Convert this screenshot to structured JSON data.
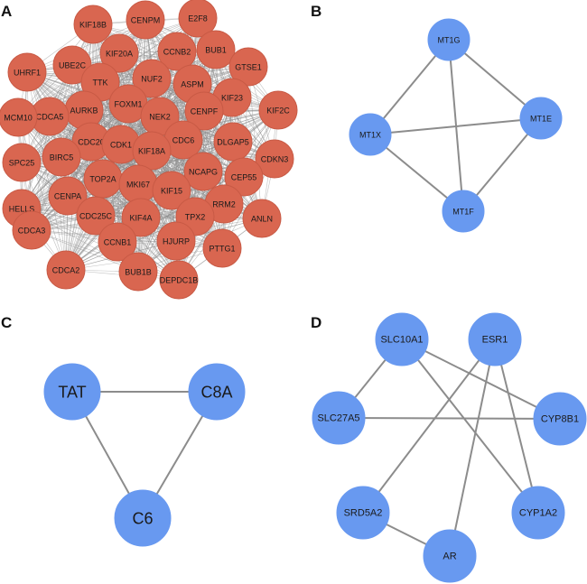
{
  "colors": {
    "protein_red": "#D96650",
    "protein_blue": "#6899F0",
    "edge": "#8C8C8C",
    "node_border_red": "#C85A45"
  },
  "panels": [
    {
      "letter": "A",
      "color_key": "protein_red",
      "nodes": [
        "KIF18B",
        "CENPM",
        "E2F8",
        "BUB1",
        "KIF20A",
        "CCNB2",
        "UBE2C",
        "GTSE1",
        "UHRF1",
        "NUF2",
        "TTK",
        "ASPM",
        "KIF23",
        "FOXM1",
        "AURKB",
        "CDCA5",
        "MCM10",
        "NEK2",
        "CENPF",
        "KIF2C",
        "CDC20",
        "CDK1",
        "CDC6",
        "DLGAP5",
        "BIRC5",
        "KIF18A",
        "SPC25",
        "CDKN3",
        "TOP2A",
        "NCAPG",
        "CEP55",
        "MKI67",
        "CENPA",
        "KIF15",
        "RRM2",
        "HELLS",
        "CDC25C",
        "KIF4A",
        "TPX2",
        "CDCA3",
        "ANLN",
        "CCNB1",
        "HJURP",
        "PTTG1",
        "CDCA2",
        "BUB1B",
        "DEPDC1B"
      ],
      "edges": "dense (all-to-all)"
    },
    {
      "letter": "B",
      "color_key": "protein_blue",
      "nodes": [
        "MT1G",
        "MT1X",
        "MT1E",
        "MT1F"
      ],
      "edges": [
        [
          "MT1G",
          "MT1X"
        ],
        [
          "MT1G",
          "MT1E"
        ],
        [
          "MT1G",
          "MT1F"
        ],
        [
          "MT1X",
          "MT1E"
        ],
        [
          "MT1X",
          "MT1F"
        ],
        [
          "MT1E",
          "MT1F"
        ]
      ]
    },
    {
      "letter": "C",
      "color_key": "protein_blue",
      "nodes": [
        "TAT",
        "C8A",
        "C6"
      ],
      "edges": [
        [
          "TAT",
          "C8A"
        ],
        [
          "TAT",
          "C6"
        ],
        [
          "C8A",
          "C6"
        ]
      ]
    },
    {
      "letter": "D",
      "color_key": "protein_blue",
      "nodes": [
        "SLC10A1",
        "ESR1",
        "SLC27A5",
        "CYP8B1",
        "SRD5A2",
        "CYP1A2",
        "AR"
      ],
      "edges": [
        [
          "SLC10A1",
          "SLC27A5"
        ],
        [
          "SLC10A1",
          "CYP8B1"
        ],
        [
          "SLC10A1",
          "CYP1A2"
        ],
        [
          "SLC27A5",
          "CYP8B1"
        ],
        [
          "ESR1",
          "SRD5A2"
        ],
        [
          "ESR1",
          "CYP1A2"
        ],
        [
          "ESR1",
          "AR"
        ],
        [
          "SRD5A2",
          "AR"
        ]
      ]
    }
  ]
}
